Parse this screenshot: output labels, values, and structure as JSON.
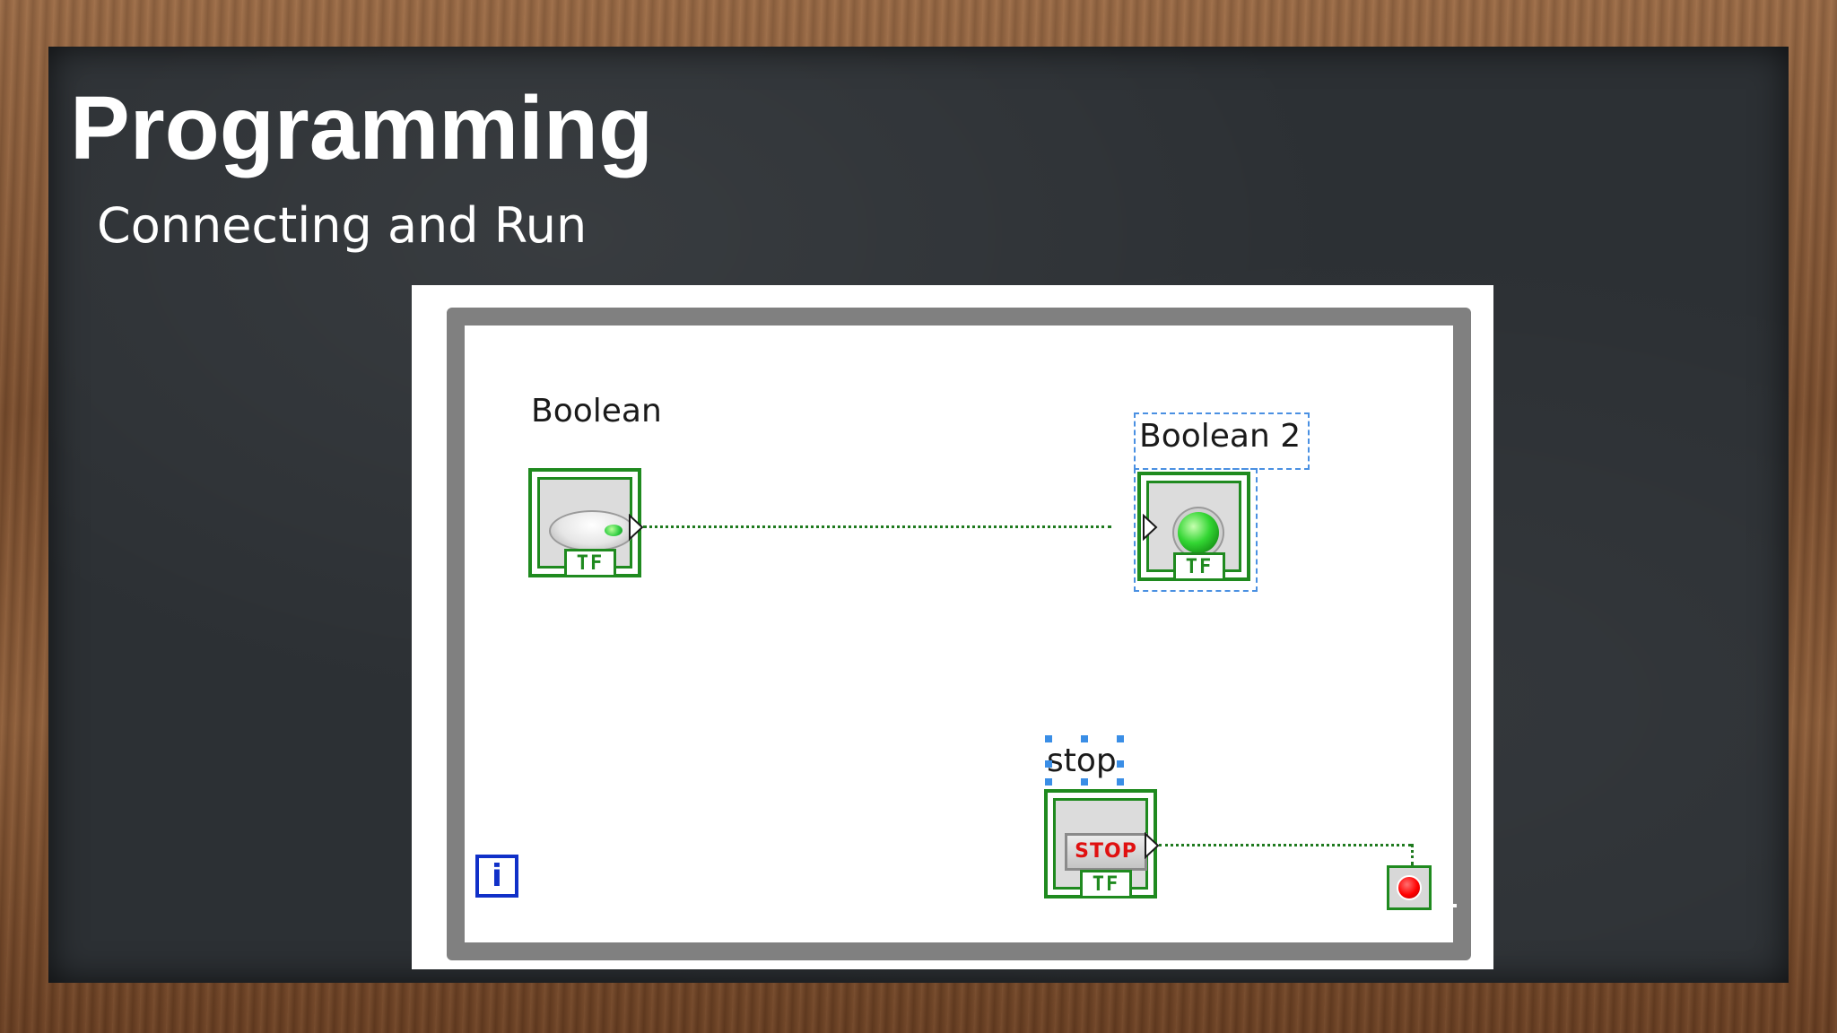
{
  "slide": {
    "title": "Programming",
    "subtitle": "Connecting and Run"
  },
  "diagram": {
    "boolean_control": {
      "label": "Boolean",
      "type_badge": "TF",
      "icon": "toggle-switch-icon"
    },
    "boolean_indicator": {
      "label": "Boolean 2",
      "type_badge": "TF",
      "icon": "led-indicator-icon"
    },
    "stop_control": {
      "label": "stop",
      "button_text": "STOP",
      "type_badge": "TF",
      "icon": "stop-button-icon"
    },
    "iteration_terminal": {
      "text": "i",
      "icon": "iteration-terminal-icon"
    },
    "conditional_terminal": {
      "icon": "stop-if-true-icon"
    },
    "colors": {
      "wire": "#1f7a1f",
      "terminal_border": "#1f8a1f",
      "loop_border": "#808080",
      "iteration_blue": "#1030c8",
      "stop_red": "#e01010",
      "selection": "#4a90e2"
    }
  }
}
